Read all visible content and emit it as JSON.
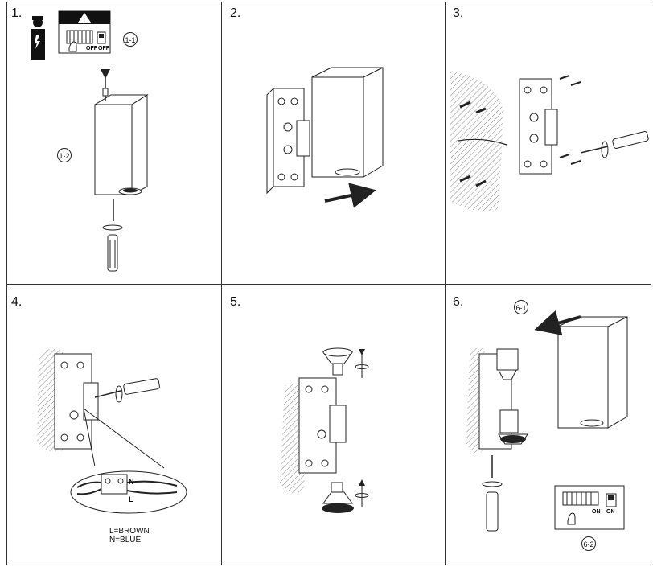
{
  "steps": [
    {
      "number": "1."
    },
    {
      "number": "2."
    },
    {
      "number": "3."
    },
    {
      "number": "4."
    },
    {
      "number": "5."
    },
    {
      "number": "6."
    }
  ],
  "callouts": {
    "c1_1": "1-1",
    "c1_2": "1-2",
    "c6_1": "6-1",
    "c6_2": "6-2"
  },
  "breaker": {
    "off_label_1": "OFF",
    "off_label_2": "OFF",
    "on_label_1": "ON",
    "on_label_2": "ON"
  },
  "wiring": {
    "terminal_n": "N",
    "terminal_l": "L",
    "legend_l": "L=BROWN",
    "legend_n": "N=BLUE"
  },
  "colors": {
    "line": "#222222",
    "hatch": "#555555",
    "background": "#ffffff"
  }
}
